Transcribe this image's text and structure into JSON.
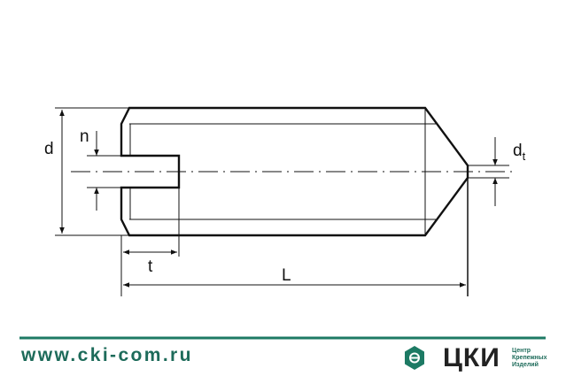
{
  "labels": {
    "d": "d",
    "n": "n",
    "t": "t",
    "L": "L",
    "dt_main": "d",
    "dt_sub": "t"
  },
  "footer": {
    "url": "www.cki-com.ru",
    "brand": "ЦКИ",
    "tagline": [
      "Центр",
      "Крепежных",
      "Изделий"
    ]
  },
  "colors": {
    "accent": "#1d7a64",
    "line": "#111111"
  }
}
